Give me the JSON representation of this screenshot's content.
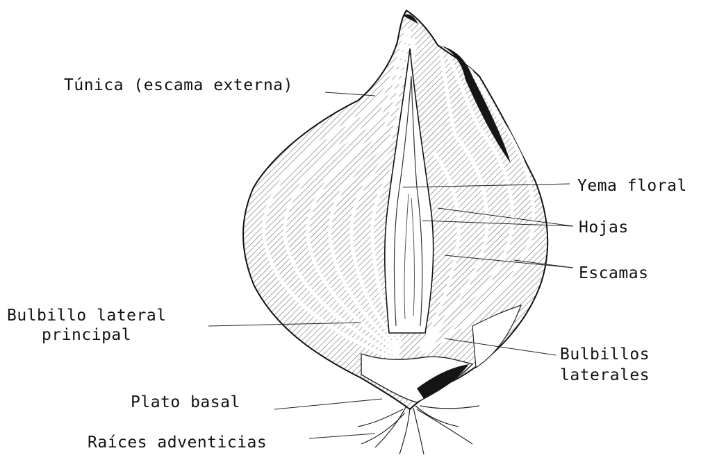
{
  "diagram": {
    "labels": {
      "tunica": "Túnica (escama externa)",
      "yema_floral": "Yema floral",
      "hojas": "Hojas",
      "escamas": "Escamas",
      "bulbillo_lateral_line1": "Bulbillo lateral",
      "bulbillo_lateral_line2": "principal",
      "bulbillos_line1": "Bulbillos",
      "bulbillos_line2": "laterales",
      "plato_basal": "Plato basal",
      "raices": "Raíces adventicias"
    },
    "colors": {
      "ink": "#111111",
      "hatch": "#6a6a6a",
      "tunic": "#151515",
      "background": "#ffffff"
    }
  }
}
